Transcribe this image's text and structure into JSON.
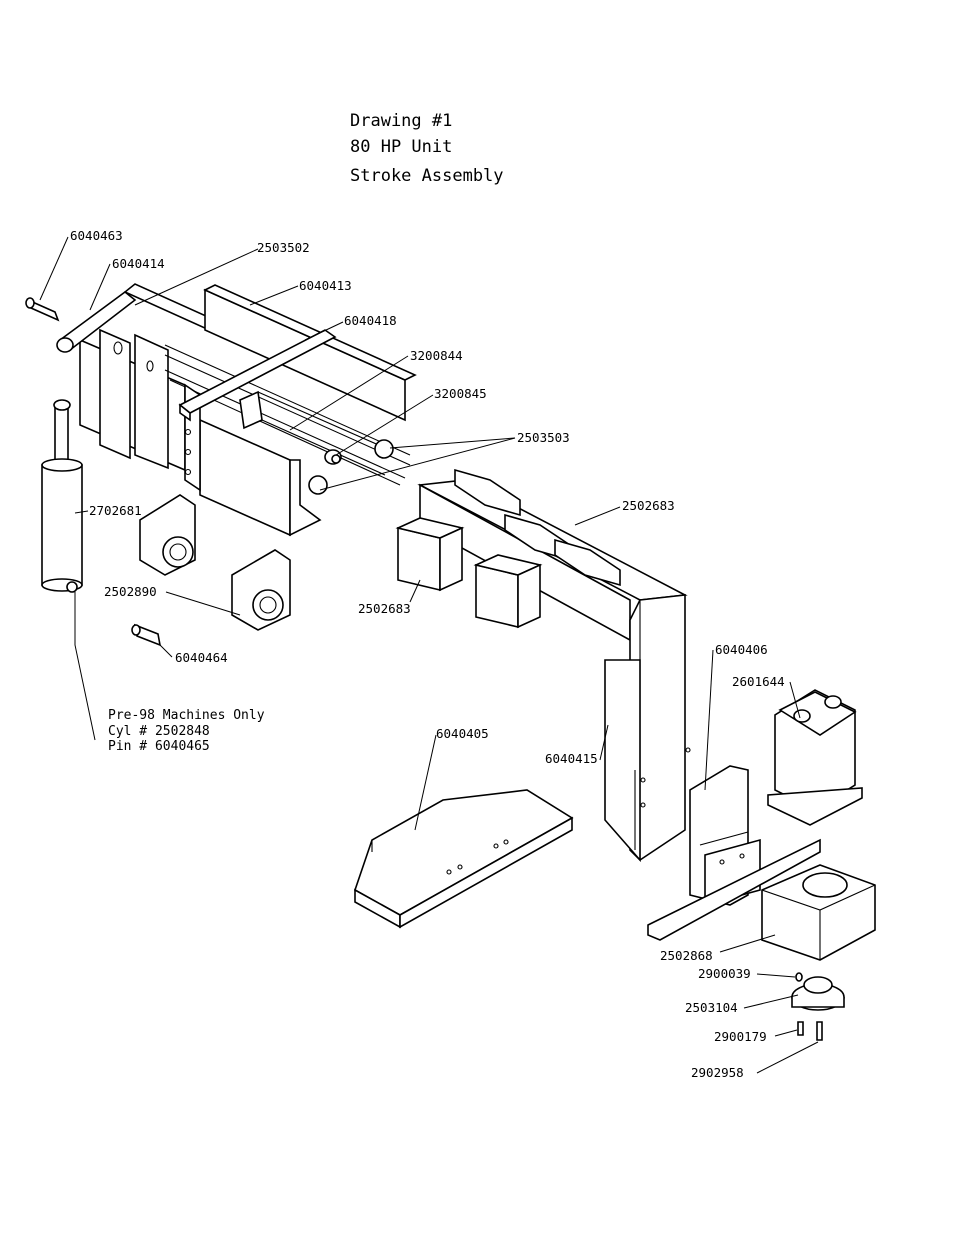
{
  "title": {
    "line1": "Drawing #1",
    "line2": "80 HP Unit",
    "line3": "Stroke Assembly"
  },
  "parts": {
    "p6040463": "6040463",
    "p6040414": "6040414",
    "p2503502": "2503502",
    "p6040413": "6040413",
    "p6040418": "6040418",
    "p3200844": "3200844",
    "p3200845": "3200845",
    "p2503503": "2503503",
    "p2702681": "2702681",
    "p2502683a": "2502683",
    "p2502683b": "2502683",
    "p2502890": "2502890",
    "p6040464": "6040464",
    "p6040406": "6040406",
    "p2601644": "2601644",
    "p6040405": "6040405",
    "p6040415": "6040415",
    "p2502868": "2502868",
    "p2900039": "2900039",
    "p2503104": "2503104",
    "p2900179": "2900179",
    "p2902958": "2902958"
  },
  "note": {
    "line1": "Pre-98 Machines Only",
    "line2": "Cyl # 2502848",
    "line3": "Pin # 6040465"
  }
}
